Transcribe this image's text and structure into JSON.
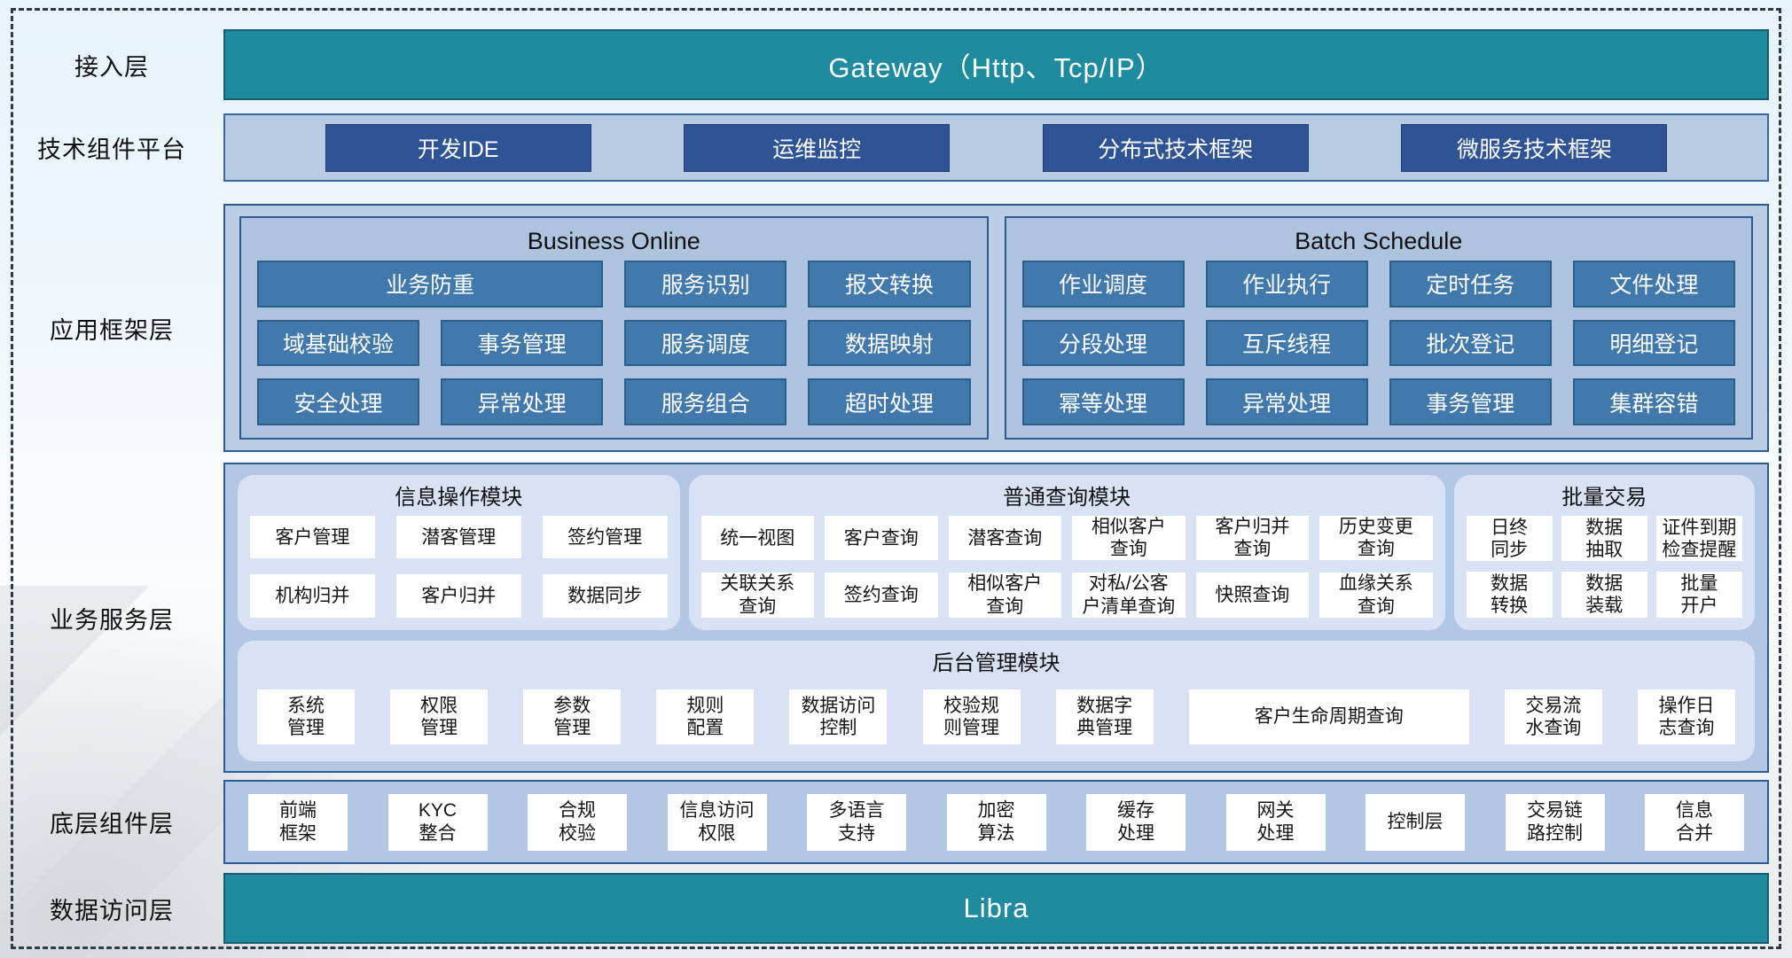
{
  "layers": {
    "access": {
      "label": "接入层",
      "bar": "Gateway（Http、Tcp/IP）"
    },
    "tech": {
      "label": "技术组件平台",
      "buttons": [
        "开发IDE",
        "运维监控",
        "分布式技术框架",
        "微服务技术框架"
      ]
    },
    "app": {
      "label": "应用框架层",
      "business_online": {
        "title": "Business Online",
        "buttons": [
          {
            "label": "业务防重",
            "wide": true
          },
          "服务识别",
          "报文转换",
          "域基础校验",
          "事务管理",
          "服务调度",
          "数据映射",
          "安全处理",
          "异常处理",
          "服务组合",
          "超时处理"
        ]
      },
      "batch_schedule": {
        "title": "Batch Schedule",
        "buttons": [
          "作业调度",
          "作业执行",
          "定时任务",
          "文件处理",
          "分段处理",
          "互斥线程",
          "批次登记",
          "明细登记",
          "幂等处理",
          "异常处理",
          "事务管理",
          "集群容错"
        ]
      }
    },
    "service": {
      "label": "业务服务层",
      "info_module": {
        "title": "信息操作模块",
        "boxes": [
          "客户管理",
          "潜客管理",
          "签约管理",
          "机构归并",
          "客户归并",
          "数据同步"
        ]
      },
      "query_module": {
        "title": "普通查询模块",
        "boxes": [
          "统一视图",
          "客户查询",
          "潜客查询",
          "相似客户\n查询",
          "客户归并\n查询",
          "历史变更\n查询",
          "关联关系\n查询",
          "签约查询",
          "相似客户\n查询",
          "对私/公客\n户清单查询",
          "快照查询",
          "血缘关系\n查询"
        ]
      },
      "batch_module": {
        "title": "批量交易",
        "boxes": [
          "日终\n同步",
          "数据\n抽取",
          "证件到期\n检查提醒",
          "数据\n转换",
          "数据\n装载",
          "批量\n开户"
        ]
      },
      "admin_module": {
        "title": "后台管理模块",
        "boxes": [
          "系统\n管理",
          "权限\n管理",
          "参数\n管理",
          "规则\n配置",
          "数据访问\n控制",
          "校验规\n则管理",
          "数据字\n典管理",
          {
            "label": "客户生命周期查询",
            "wide": true
          },
          "交易流\n水查询",
          "操作日\n志查询"
        ]
      }
    },
    "base": {
      "label": "底层组件层",
      "boxes": [
        "前端\n框架",
        "KYC\n整合",
        "合规\n校验",
        "信息访问\n权限",
        "多语言\n支持",
        "加密\n算法",
        "缓存\n处理",
        "网关\n处理",
        "控制层",
        "交易链\n路控制",
        "信息\n合并"
      ]
    },
    "data_access": {
      "label": "数据访问层",
      "bar": "Libra"
    }
  },
  "colors": {
    "teal_bar": "#1e8b9e",
    "panel_light_blue": "#b7cbe3",
    "panel_border": "#2e5b8f",
    "dark_button": "#2f5496",
    "medium_button": "#4179ac",
    "module_panel": "#d9e2f4",
    "box_white": "#ffffff"
  }
}
